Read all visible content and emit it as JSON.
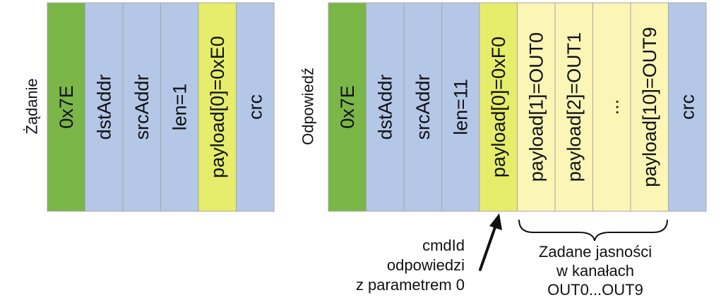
{
  "request": {
    "label": "Żądanie",
    "fields": [
      {
        "text": "0x7E",
        "kind": "start"
      },
      {
        "text": "dstAddr",
        "kind": "header"
      },
      {
        "text": "srcAddr",
        "kind": "header"
      },
      {
        "text": "len=1",
        "kind": "header"
      },
      {
        "text": "payload[0]=0xE0",
        "kind": "cmd"
      },
      {
        "text": "crc",
        "kind": "header"
      }
    ]
  },
  "response": {
    "label": "Odpowiedź",
    "fields": [
      {
        "text": "0x7E",
        "kind": "start"
      },
      {
        "text": "dstAddr",
        "kind": "header"
      },
      {
        "text": "srcAddr",
        "kind": "header"
      },
      {
        "text": "len=11",
        "kind": "header"
      },
      {
        "text": "payload[0]=0xF0",
        "kind": "cmd"
      },
      {
        "text": "payload[1]=OUT0",
        "kind": "data"
      },
      {
        "text": "payload[2]=OUT1",
        "kind": "data"
      },
      {
        "text": "...",
        "kind": "data"
      },
      {
        "text": "payload[10]=OUT9",
        "kind": "data"
      },
      {
        "text": "crc",
        "kind": "header"
      }
    ]
  },
  "notes": {
    "cmd_note": [
      "cmdId",
      "odpowiedzi",
      "z parametrem 0"
    ],
    "data_note": [
      "Zadane jasności",
      "w kanałach",
      "OUT0...OUT9"
    ]
  },
  "colors": {
    "start": "#7ab648",
    "header": "#b4c7e7",
    "cmd": "#e6ed6a",
    "data": "#fbf5b6",
    "border": "#a6a6a6",
    "text": "#111111"
  }
}
